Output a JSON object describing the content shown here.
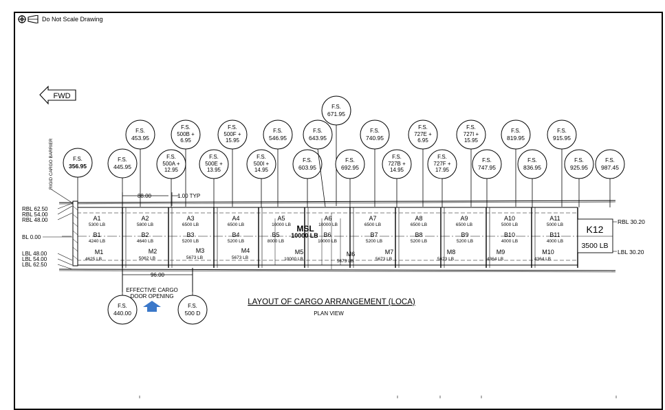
{
  "header": {
    "note": "Do Not Scale Drawing"
  },
  "fwd_label": "FWD",
  "barrier_label": "RIGID CARGO BARRIER",
  "title": "LAYOUT OF CARGO ARRANGEMENT (LOCA)",
  "subtitle": "PLAN VIEW",
  "door": {
    "line1": "EFFECTIVE CARGO",
    "line2": "DOOR OPENING"
  },
  "dims": {
    "pitch": "88.00",
    "typ": "1.00 TYP",
    "door_width": "96.00"
  },
  "msl": {
    "line1": "MSL",
    "line2": "10000 LB"
  },
  "k12": {
    "label": "K12",
    "weight": "3500 LB"
  },
  "left_labels": [
    "RBL 62.50",
    "RBL 54.00",
    "RBL 48.00",
    "BL 0.00",
    "LBL 48.00",
    "LBL 54.00",
    "LBL 62.50"
  ],
  "right_labels": [
    "RBL 30.20",
    "LBL 30.20"
  ],
  "fs_bubbles": [
    {
      "prefix": "F.S.",
      "value": "356.95"
    },
    {
      "prefix": "F.S.",
      "value": "445.95"
    },
    {
      "prefix": "F.S.",
      "value": "453.95"
    },
    {
      "prefix": "F.S.",
      "value": "500A +",
      "value2": "12.95"
    },
    {
      "prefix": "F.S.",
      "value": "500B +",
      "value2": "6.95"
    },
    {
      "prefix": "F.S.",
      "value": "500E +",
      "value2": "13.95"
    },
    {
      "prefix": "F.S.",
      "value": "500F +",
      "value2": "15.95"
    },
    {
      "prefix": "F.S.",
      "value": "500I +",
      "value2": "14.95"
    },
    {
      "prefix": "F.S.",
      "value": "546.95"
    },
    {
      "prefix": "F.S.",
      "value": "603.95"
    },
    {
      "prefix": "F.S.",
      "value": "643.95"
    },
    {
      "prefix": "F.S.",
      "value": "671.95"
    },
    {
      "prefix": "F.S.",
      "value": "692.95"
    },
    {
      "prefix": "F.S.",
      "value": "740.95"
    },
    {
      "prefix": "F.S.",
      "value": "727B +",
      "value2": "14.95"
    },
    {
      "prefix": "F.S.",
      "value": "727E +",
      "value2": "6.95"
    },
    {
      "prefix": "F.S.",
      "value": "727F +",
      "value2": "17.95"
    },
    {
      "prefix": "F.S.",
      "value": "727I +",
      "value2": "15.95"
    },
    {
      "prefix": "F.S.",
      "value": "747.95"
    },
    {
      "prefix": "F.S.",
      "value": "819.95"
    },
    {
      "prefix": "F.S.",
      "value": "836.95"
    },
    {
      "prefix": "F.S.",
      "value": "915.95"
    },
    {
      "prefix": "F.S.",
      "value": "925.95"
    },
    {
      "prefix": "F.S.",
      "value": "987.45"
    },
    {
      "prefix": "F.S.",
      "value": "440.00"
    },
    {
      "prefix": "F.S.",
      "value": "500 D"
    }
  ],
  "positions_a": [
    {
      "id": "A1",
      "w": "5300 LB"
    },
    {
      "id": "A2",
      "w": "5800 LB"
    },
    {
      "id": "A3",
      "w": "6500 LB"
    },
    {
      "id": "A4",
      "w": "6500 LB"
    },
    {
      "id": "A5",
      "w": "10000 LB"
    },
    {
      "id": "A6",
      "w": "10000 LB"
    },
    {
      "id": "A7",
      "w": "6500 LB"
    },
    {
      "id": "A8",
      "w": "6500 LB"
    },
    {
      "id": "A9",
      "w": "6500 LB"
    },
    {
      "id": "A10",
      "w": "5000 LB"
    },
    {
      "id": "A11",
      "w": "5000 LB"
    }
  ],
  "positions_b": [
    {
      "id": "B1",
      "w": "4240 LB"
    },
    {
      "id": "B2",
      "w": "4640 LB"
    },
    {
      "id": "B3",
      "w": "5200 LB"
    },
    {
      "id": "B4",
      "w": "5200 LB"
    },
    {
      "id": "B5",
      "w": "8000 LB"
    },
    {
      "id": "B6",
      "w": "10000 LB"
    },
    {
      "id": "B7",
      "w": "5200 LB"
    },
    {
      "id": "B8",
      "w": "5200 LB"
    },
    {
      "id": "B9",
      "w": "5200 LB"
    },
    {
      "id": "B10",
      "w": "4000 LB"
    },
    {
      "id": "B11",
      "w": "4000 LB"
    }
  ],
  "positions_m": [
    {
      "id": "M1",
      "w": "4625 LB"
    },
    {
      "id": "M2",
      "w": "5062 LB"
    },
    {
      "id": "M3",
      "w": "5673 LB"
    },
    {
      "id": "M4",
      "w": "5673 LB"
    },
    {
      "id": "M5",
      "w": "10000 LB"
    },
    {
      "id": "M6",
      "w": "5673 LB"
    },
    {
      "id": "M7",
      "w": "5673 LB"
    },
    {
      "id": "M8",
      "w": "5673 LB"
    },
    {
      "id": "M9",
      "w": "4364 LB"
    },
    {
      "id": "M10",
      "w": "4364 LB"
    }
  ]
}
